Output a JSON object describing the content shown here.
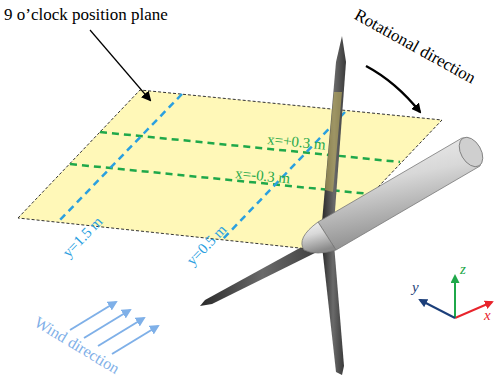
{
  "diagram": {
    "labels": [
      "9 o’clock position plane",
      "Rotational direction",
      "x=+0.3 m",
      "x=-0.3 m",
      "y=1.5 m",
      "y=0.5 m",
      "Wind direction",
      "z",
      "y",
      "x"
    ]
  }
}
